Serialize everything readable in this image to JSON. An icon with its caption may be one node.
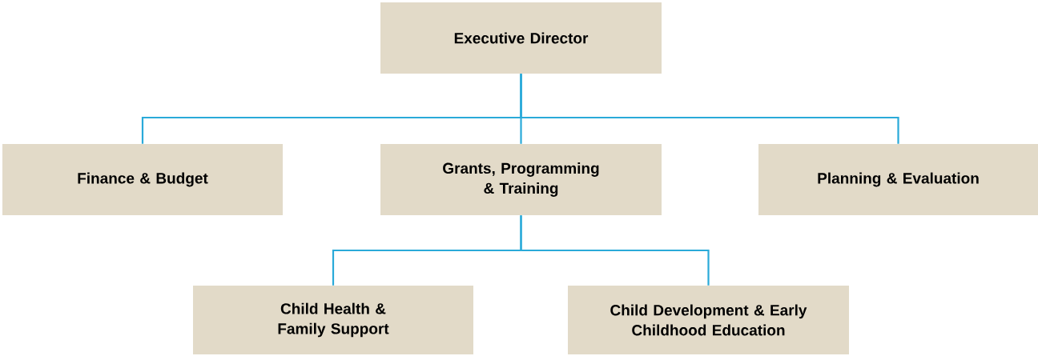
{
  "diagram": {
    "nodes": [
      {
        "text": [
          "Executive Director"
        ]
      },
      {
        "text": [
          "Finance & Budget"
        ]
      },
      {
        "text": [
          "Grants, Programming & Training"
        ]
      },
      {
        "text": [
          "Planning & Evaluation"
        ]
      },
      {
        "text": [
          "Child Health & Family Support"
        ]
      },
      {
        "text": [
          "Child Development & Early Childhood Education"
        ]
      }
    ],
    "edges": [
      {
        "from": 0,
        "to": 1,
        "arrow": "none"
      },
      {
        "from": 0,
        "to": 2,
        "arrow": "none"
      },
      {
        "from": 0,
        "to": 3,
        "arrow": "none"
      },
      {
        "from": 2,
        "to": 4,
        "arrow": "none"
      },
      {
        "from": 2,
        "to": 5,
        "arrow": "none"
      }
    ]
  }
}
